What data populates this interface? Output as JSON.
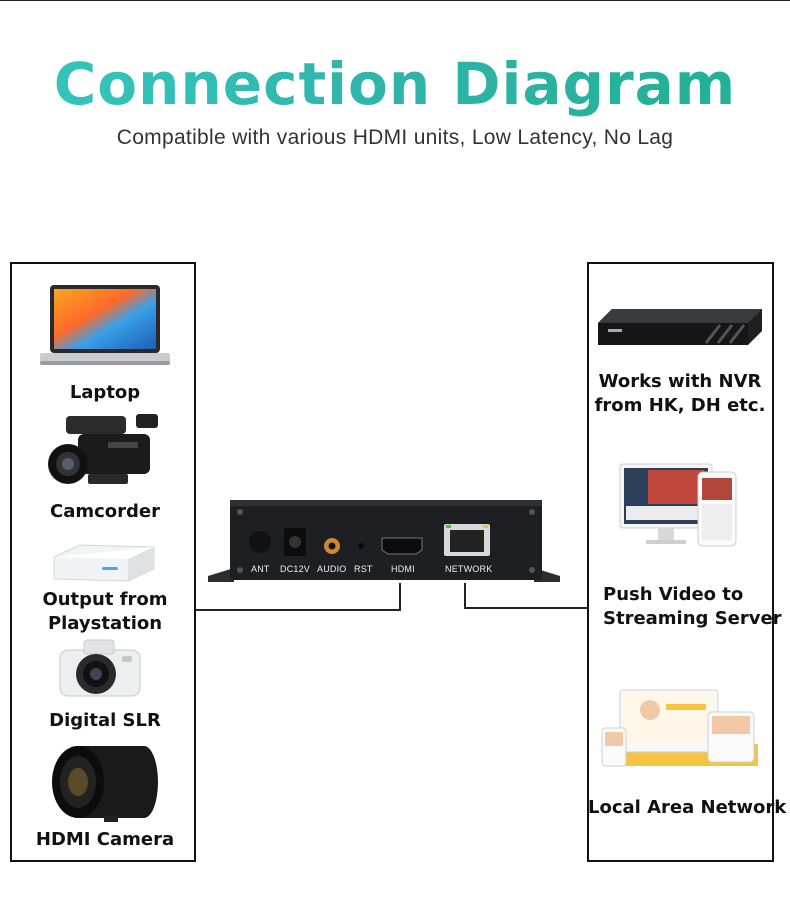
{
  "header": {
    "title": "Connection Diagram",
    "subtitle": "Compatible with various HDMI units, Low Latency, No Lag"
  },
  "inputs": [
    {
      "label": "Laptop",
      "icon": "laptop-icon"
    },
    {
      "label": "Camcorder",
      "icon": "camcorder-icon"
    },
    {
      "label": "Output from\nPlaystation",
      "icon": "game-console-icon"
    },
    {
      "label": "Digital SLR",
      "icon": "camera-icon"
    },
    {
      "label": "HDMI Camera",
      "icon": "hdmi-camera-icon"
    }
  ],
  "outputs": [
    {
      "label": "Works with NVR\nfrom HK, DH etc.",
      "icon": "nvr-icon"
    },
    {
      "label": "Push Video to\nStreaming Server",
      "icon": "streaming-screens-icon"
    },
    {
      "label": "Local Area Network",
      "icon": "lan-screens-icon"
    }
  ],
  "device": {
    "ports": [
      "ANT",
      "DC12V",
      "AUDIO",
      "RST",
      "HDMI",
      "NETWORK"
    ]
  },
  "colors": {
    "title_gradient_start": "#35c7c0",
    "title_gradient_end": "#1fb093",
    "device_body": "#1d1f22"
  }
}
